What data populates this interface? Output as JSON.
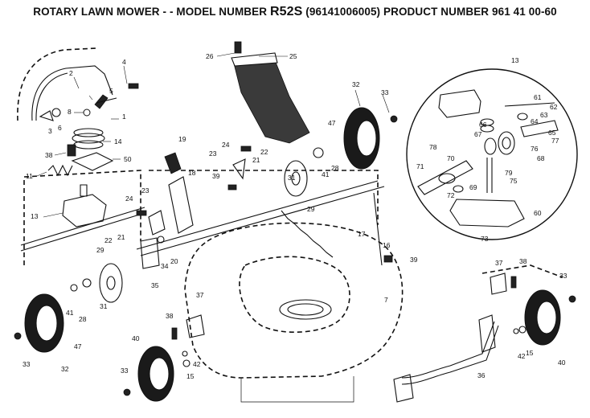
{
  "title": {
    "prefix": "ROTARY LAWN MOWER - - MODEL NUMBER",
    "model": "R52S",
    "suffix": "(96141006005) PRODUCT NUMBER 961 41 00-60"
  },
  "callouts": [
    "1",
    "2",
    "3",
    "4",
    "5",
    "6",
    "7",
    "8",
    "11",
    "13",
    "14",
    "15",
    "16",
    "17",
    "18",
    "19",
    "20",
    "21",
    "22",
    "23",
    "24",
    "25",
    "26",
    "28",
    "29",
    "31",
    "32",
    "33",
    "34",
    "35",
    "36",
    "37",
    "38",
    "39",
    "40",
    "41",
    "42",
    "47",
    "50",
    "60",
    "61",
    "62",
    "63",
    "64",
    "65",
    "66",
    "67",
    "68",
    "69",
    "70",
    "71",
    "72",
    "73",
    "75",
    "76",
    "77",
    "78",
    "79"
  ]
}
